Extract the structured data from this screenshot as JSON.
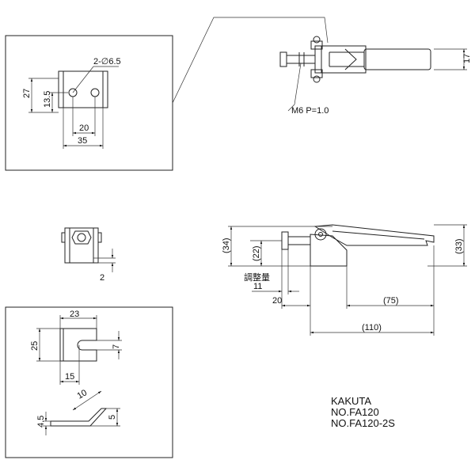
{
  "title_block": {
    "maker": "KAKUTA",
    "model_1": "NO.FA120",
    "model_2": "NO.FA120-2S"
  },
  "detail_view": {
    "hole_note": "2-∅6.5",
    "dim_height": "27",
    "dim_hole_height": "13.5",
    "dim_hole_pitch": "20",
    "dim_width": "35"
  },
  "top_view": {
    "thread_note": "M6 P=1.0",
    "dim_handle_height": "17"
  },
  "end_view": {
    "dim_offset": "2"
  },
  "side_view": {
    "dim_total_height": "(34)",
    "dim_spindle_height": "(22)",
    "dim_handle_height": "(33)",
    "adjust_label": "調整量",
    "dim_adjust": "11",
    "dim_spindle_offset": "20",
    "dim_handle_length": "(75)",
    "dim_total_length": "(110)"
  },
  "spacer_view": {
    "dim_width": "23",
    "dim_height": "25",
    "dim_slot": "7",
    "dim_slot_depth": "15",
    "dim_bend_length": "10",
    "dim_thickness_left": "4.5",
    "dim_bend_height": "5"
  }
}
